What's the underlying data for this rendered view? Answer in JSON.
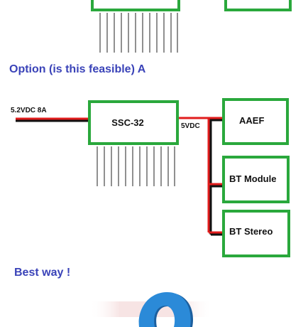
{
  "headings": {
    "option": "Option (is this feasible) A",
    "best": "Best way !"
  },
  "diagram": {
    "power_in_label": "5.2VDC 8A",
    "controller_label": "SSC-32",
    "bus_label": "5VDC",
    "modules": [
      {
        "label": "AAEF"
      },
      {
        "label": "BT Module"
      },
      {
        "label": "BT Stereo"
      }
    ]
  },
  "colors": {
    "box_stroke": "#2aa83c",
    "wire_red": "#e11c1c",
    "wire_black": "#111111",
    "heading": "#3a43b8",
    "arc_blue": "#2b8ad8",
    "arc_dark": "#1c5f9e",
    "pink_bg": "#f7e4e4"
  }
}
